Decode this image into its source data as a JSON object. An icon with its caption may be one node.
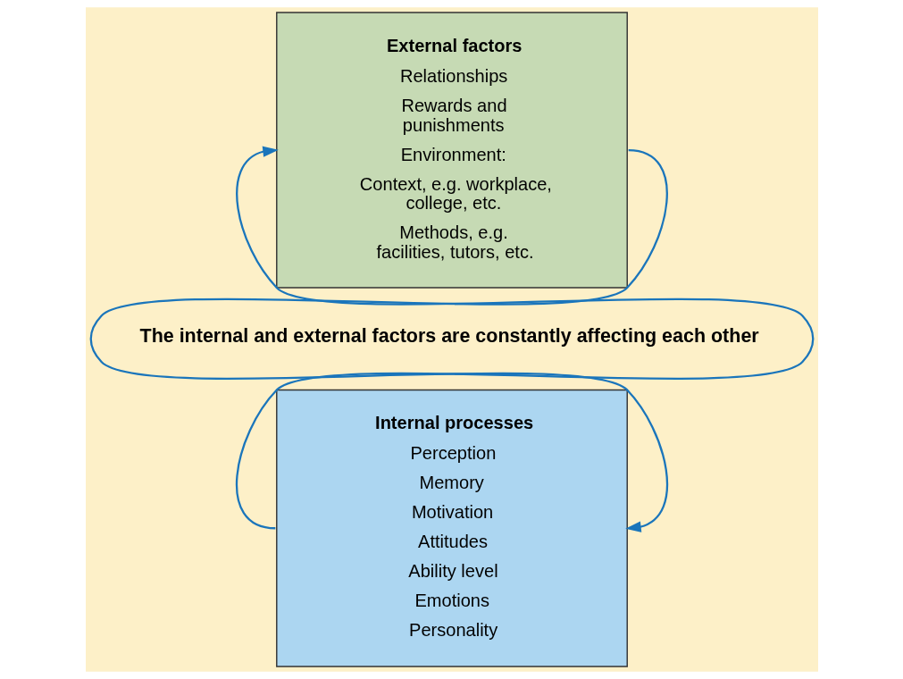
{
  "diagram": {
    "nodes": [
      {
        "text": [
          "External factors",
          "Relationships",
          "Rewards and punishments",
          "Environment:",
          "Context, e.g. workplace, college, etc.",
          "Methods, e.g. facilities, tutors, etc."
        ]
      },
      {
        "text": [
          "Internal processes",
          "Perception",
          "Memory",
          "Motivation",
          "Attitudes",
          "Ability level",
          "Emotions",
          "Personality"
        ]
      }
    ],
    "edges": [
      {
        "from": 1,
        "to": 0,
        "arrow": "to"
      },
      {
        "from": 0,
        "to": 1,
        "arrow": "to"
      }
    ],
    "labels": [
      "The internal and external factors are constantly affecting each other"
    ]
  }
}
